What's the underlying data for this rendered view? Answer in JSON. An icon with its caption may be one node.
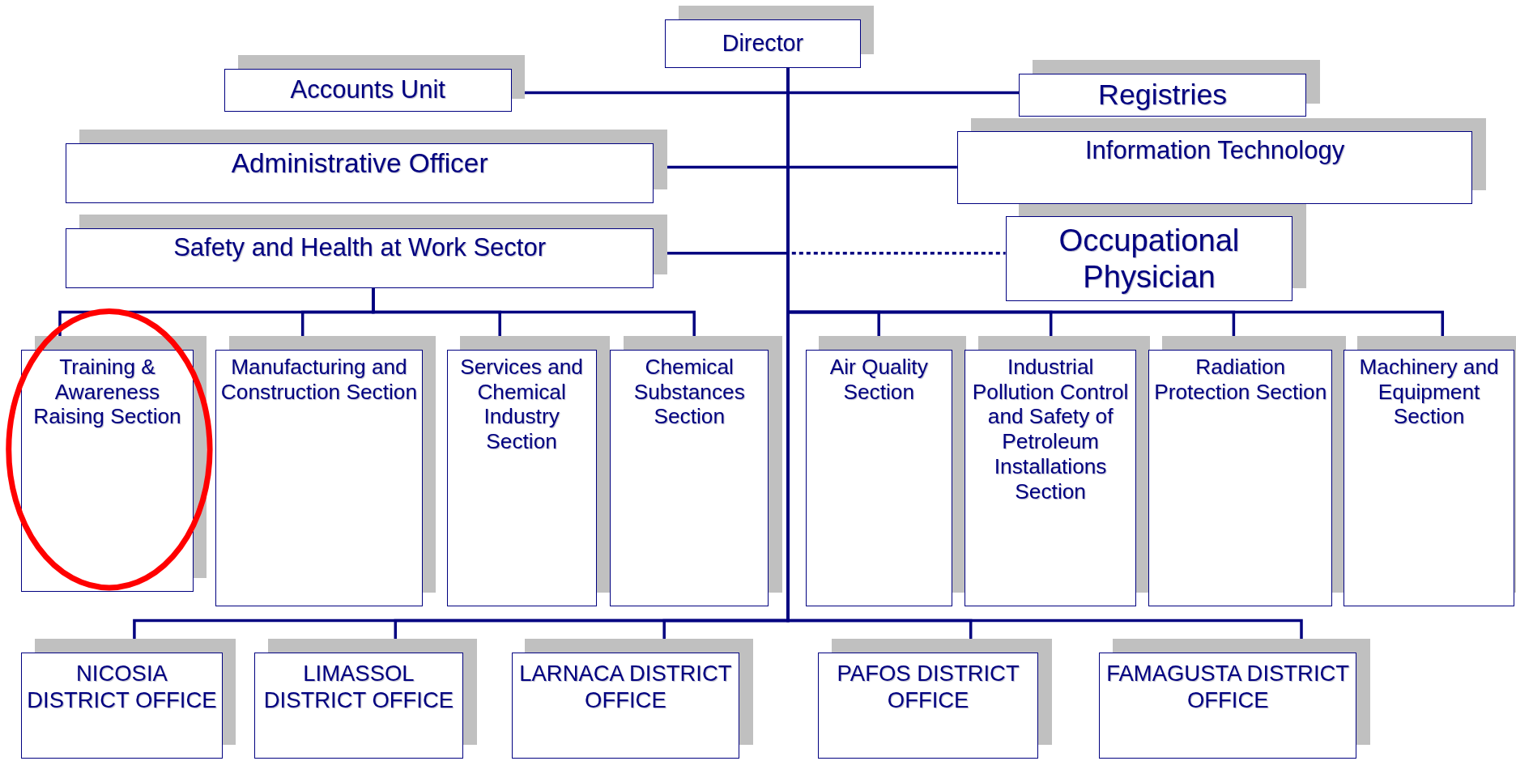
{
  "diagram": {
    "nodes": [
      {
        "text": [
          "Director"
        ]
      },
      {
        "text": [
          "Accounts Unit"
        ]
      },
      {
        "text": [
          "Registries"
        ]
      },
      {
        "text": [
          "Administrative Officer"
        ]
      },
      {
        "text": [
          "Information Technology"
        ]
      },
      {
        "text": [
          "Safety and Health at Work Sector"
        ]
      },
      {
        "text": [
          "Occupational Physician"
        ]
      },
      {
        "text": [
          "Training & Awareness Raising Section"
        ]
      },
      {
        "text": [
          "Manufacturing and Construction Section"
        ]
      },
      {
        "text": [
          "Services and Chemical Industry Section"
        ]
      },
      {
        "text": [
          "Chemical Substances Section"
        ]
      },
      {
        "text": [
          "Air Quality Section"
        ]
      },
      {
        "text": [
          "Industrial Pollution Control and Safety of Petroleum Installations Section"
        ]
      },
      {
        "text": [
          "Radiation Protection Section"
        ]
      },
      {
        "text": [
          "Machinery and Equipment Section"
        ]
      },
      {
        "text": [
          "NICOSIA DISTRICT OFFICE"
        ]
      },
      {
        "text": [
          "LIMASSOL DISTRICT OFFICE"
        ]
      },
      {
        "text": [
          "LARNACA DISTRICT OFFICE"
        ]
      },
      {
        "text": [
          "PAFOS DISTRICT OFFICE"
        ]
      },
      {
        "text": [
          "FAMAGUSTA DISTRICT OFFICE"
        ]
      }
    ],
    "edges": [
      {
        "from": 0,
        "to": 1,
        "arrow": "none"
      },
      {
        "from": 0,
        "to": 2,
        "arrow": "none"
      },
      {
        "from": 0,
        "to": 3,
        "arrow": "none"
      },
      {
        "from": 0,
        "to": 4,
        "arrow": "none"
      },
      {
        "from": 0,
        "to": 5,
        "arrow": "none"
      },
      {
        "from": 0,
        "to": 6,
        "arrow": "none",
        "style": "dashed"
      },
      {
        "from": 5,
        "to": 7,
        "arrow": "none"
      },
      {
        "from": 5,
        "to": 8,
        "arrow": "none"
      },
      {
        "from": 5,
        "to": 9,
        "arrow": "none"
      },
      {
        "from": 5,
        "to": 10,
        "arrow": "none"
      },
      {
        "from": 0,
        "to": 11,
        "arrow": "none"
      },
      {
        "from": 0,
        "to": 12,
        "arrow": "none"
      },
      {
        "from": 0,
        "to": 13,
        "arrow": "none"
      },
      {
        "from": 0,
        "to": 14,
        "arrow": "none"
      },
      {
        "from": 0,
        "to": 15,
        "arrow": "none"
      },
      {
        "from": 0,
        "to": 16,
        "arrow": "none"
      },
      {
        "from": 0,
        "to": 17,
        "arrow": "none"
      },
      {
        "from": 0,
        "to": 18,
        "arrow": "none"
      },
      {
        "from": 0,
        "to": 19,
        "arrow": "none"
      }
    ]
  }
}
